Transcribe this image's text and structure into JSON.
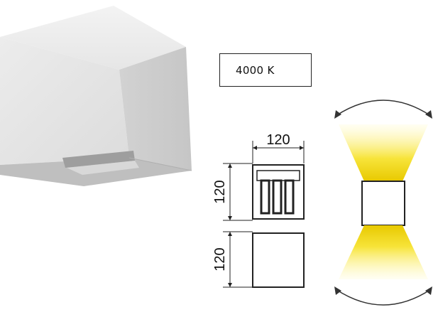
{
  "spec": {
    "color_temperature": "4000 K",
    "dimensions": {
      "width": "120",
      "height_top": "120",
      "height_bottom": "120"
    }
  },
  "colors": {
    "lamp_light": "#e4e4e4",
    "lamp_mid": "#cfcfcf",
    "lamp_dark": "#bdbdbd",
    "beam": "#f2d600",
    "outline": "#222222"
  }
}
